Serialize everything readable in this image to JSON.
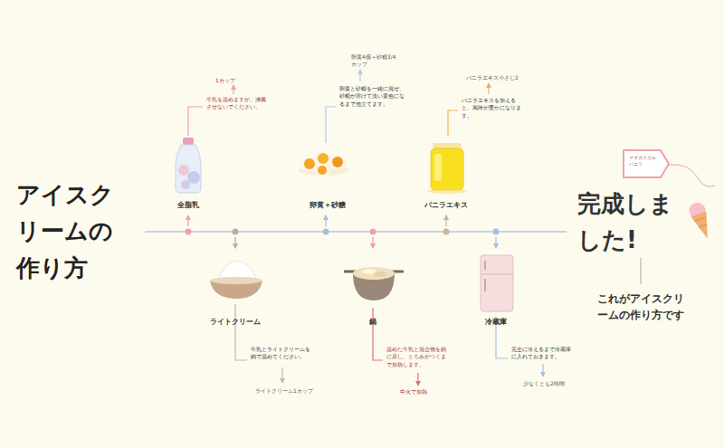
{
  "diagram": {
    "title": "アイスクリームの作り方",
    "nodes": [
      {
        "text": [
          "マダガスカルバニラ"
        ]
      }
    ],
    "labels": [
      "1カップ",
      "牛乳を温めますが、沸騰させないでください。",
      "全脂乳",
      "卵黄4個＋砂糖3/4カップ",
      "卵黄と砂糖を一緒に混ぜ、砂糖が溶けて淡い黄色になるまで泡立てます。",
      "卵黄＋砂糖",
      "バニラエキス小さじ2",
      "バニラエキスを加えると、風味が豊かになります。",
      "バニラエキス",
      "ライトクリーム",
      "牛乳とライトクリームを鍋で温めてください。",
      "ライトクリーム1カップ",
      "鍋",
      "温めた牛乳と混合物を鍋に戻し、とろみがつくまで加熱します。",
      "中火で加熱",
      "冷蔵庫",
      "完全に冷えるまで冷蔵庫に入れておきます。",
      "少なくとも2時間",
      "完成しました!",
      "これがアイスクリームの作り方です"
    ]
  }
}
